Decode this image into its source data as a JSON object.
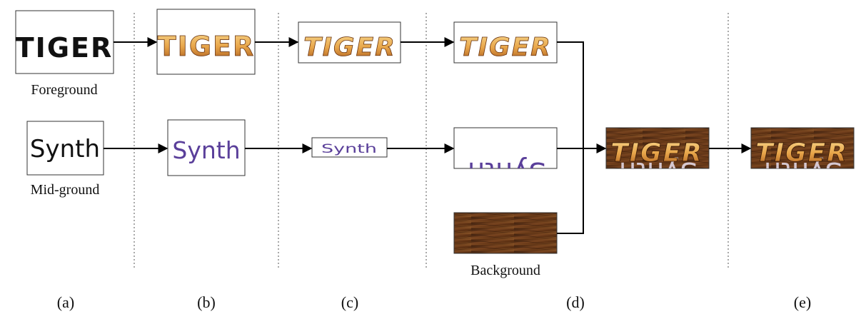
{
  "columns": [
    {
      "id": "a",
      "label": "(a)"
    },
    {
      "id": "b",
      "label": "(b)"
    },
    {
      "id": "c",
      "label": "(c)"
    },
    {
      "id": "d",
      "label": "(d)"
    },
    {
      "id": "e",
      "label": "(e)"
    }
  ],
  "layer_labels": {
    "foreground": "Foreground",
    "midground": "Mid-ground",
    "background": "Background"
  },
  "foreground_text": "TIGER",
  "midground_text": "Synth",
  "colors": {
    "arrow": "#000000",
    "divider": "#555555",
    "synth_purple": "#5a3f9a",
    "gold_light": "#f4c36a",
    "gold_dark": "#b5651d",
    "wood_dark": "#3b1f0e",
    "wood_mid": "#7a4520"
  }
}
